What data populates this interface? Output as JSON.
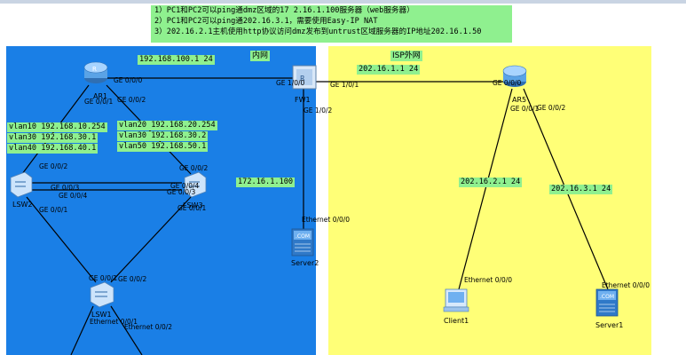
{
  "tasks": [
    "1）PC1和PC2可以ping通dmz区域的17 2.16.1.100服务器（web服务器）",
    "2）PC1和PC2可以ping通202.16.3.1，需要使用Easy-IP NAT",
    "3）202.16.2.1主机使用http协议访问dmz发布到untrust区域服务器的IP地址202.16.1.50"
  ],
  "zones": {
    "inner": "内网",
    "isp": "ISP外网"
  },
  "colors": {
    "inner_zone": "#1a7fe6",
    "isp_zone": "#ffff77",
    "label_bg": "#8ff08f",
    "link": "#000000"
  },
  "devices": {
    "ar1": {
      "name": "AR1",
      "icon": "router-icon"
    },
    "ar5": {
      "name": "AR5",
      "icon": "router-icon"
    },
    "fw1": {
      "name": "FW1",
      "icon": "firewall-icon"
    },
    "lsw1": {
      "name": "LSW1",
      "icon": "switch-icon"
    },
    "lsw2": {
      "name": "LSW2",
      "icon": "switch-icon"
    },
    "lsw3": {
      "name": "LSW3",
      "icon": "switch-icon"
    },
    "server1": {
      "name": "Server1",
      "icon": "server-icon"
    },
    "server2": {
      "name": "Server2",
      "icon": "server-icon"
    },
    "client1": {
      "name": "Client1",
      "icon": "client-icon"
    }
  },
  "interfaces": {
    "ar1_g000": "GE 0/0/0",
    "ar1_g001": "GE 0/0/1",
    "ar1_g002": "GE 0/0/2",
    "fw1_g100": "GE 1/0/0",
    "fw1_g101": "GE 1/0/1",
    "fw1_g102": "GE 1/0/2",
    "ar5_g000": "GE 0/0/0",
    "ar5_g001": "GE 0/0/1",
    "ar5_g002": "GE 0/0/2",
    "lsw2_g002": "GE 0/0/2",
    "lsw2_g003": "GE 0/0/3",
    "lsw2_g004": "GE 0/0/4",
    "lsw2_g001": "GE 0/0/1",
    "lsw3_g002": "GE 0/0/2",
    "lsw3_g004": "GE 0/0/4",
    "lsw3_g003": "GE 0/0/3",
    "lsw3_g001": "GE 0/0/1",
    "lsw1_g001": "GE 0/0/1",
    "lsw1_g002": "GE 0/0/2",
    "lsw1_eth001": "Ethernet 0/0/1",
    "lsw1_eth002": "Ethernet 0/0/2",
    "server2_eth": "Ethernet 0/0/0",
    "client1_eth": "Ethernet 0/0/0",
    "server1_eth": "Ethernet 0/0/0"
  },
  "addresses": {
    "ar1_fw1": "192.168.100.1 24",
    "fw1_ar5": "202.16.1.1 24",
    "dmz": "172.16.1.100",
    "client_net": "202.16.2.1 24",
    "server_net": "202.16.3.1 24",
    "lsw2_vlans": [
      "vlan10 192.168.10.254",
      "vlan30 192.168.30.1",
      "vlan40 192.168.40.1"
    ],
    "lsw3_vlans": [
      "vlan20 192.168.20.254",
      "vlan30 192.168.30.2",
      "vlan50 192.168.50.1"
    ]
  }
}
